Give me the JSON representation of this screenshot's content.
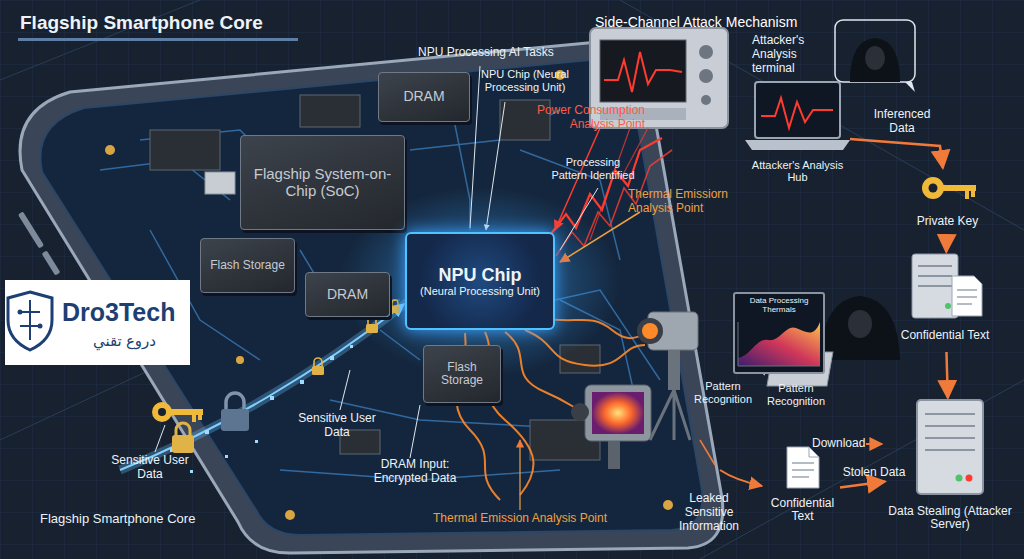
{
  "diagram": {
    "title": "Flagship Smartphone Core",
    "nodes": [
      {
        "text": [
          "Flagship System-on-Chip (SoC)"
        ]
      },
      {
        "text": [
          "DRAM"
        ]
      },
      {
        "text": [
          "Flash Storage"
        ]
      },
      {
        "text": [
          "DRAM"
        ]
      },
      {
        "text": [
          "NPU Chip",
          "(Neural Processing Unit)"
        ]
      },
      {
        "text": [
          "Flash Storage"
        ]
      },
      {
        "text": [
          "Attacker's Analysis Hub"
        ]
      },
      {
        "text": [
          "Private Key"
        ]
      },
      {
        "text": [
          "Confidential Text"
        ]
      },
      {
        "text": [
          "Data Processing Thermals"
        ]
      },
      {
        "text": [
          "Confidential Text"
        ]
      },
      {
        "text": [
          "Data Stealing (Attacker Server)"
        ]
      }
    ],
    "edges": [
      {
        "from": 6,
        "to": 7,
        "arrow": "to",
        "label": "Inferenced Data"
      },
      {
        "from": 7,
        "to": 8,
        "arrow": "to"
      },
      {
        "from": 8,
        "to": 11,
        "arrow": "to"
      },
      {
        "from": 10,
        "to": 11,
        "arrow": "to",
        "label": "Stolen Data"
      }
    ],
    "labels": [
      "Side-Channel Attack Mechanism",
      "NPU Processing AI Tasks",
      "NPU Chip (Neural Processing Unit)",
      "Power Consumption Analysis Point",
      "Processing Pattern Identified",
      "Attacker's Analysis terminal",
      "Thermal Emissiorn Analysis Point",
      "Pattern Recognition",
      "Pattern Recognition",
      "Download",
      "Leaked Sensitive Information",
      "Thermal Emission Analysis Point",
      "DRAM Input: Encrypted Data",
      "Sensitive User Data",
      "Sensitive User Data",
      "Flagship Smartphone Core",
      "Dro3Tech",
      "دروع تقني"
    ]
  }
}
